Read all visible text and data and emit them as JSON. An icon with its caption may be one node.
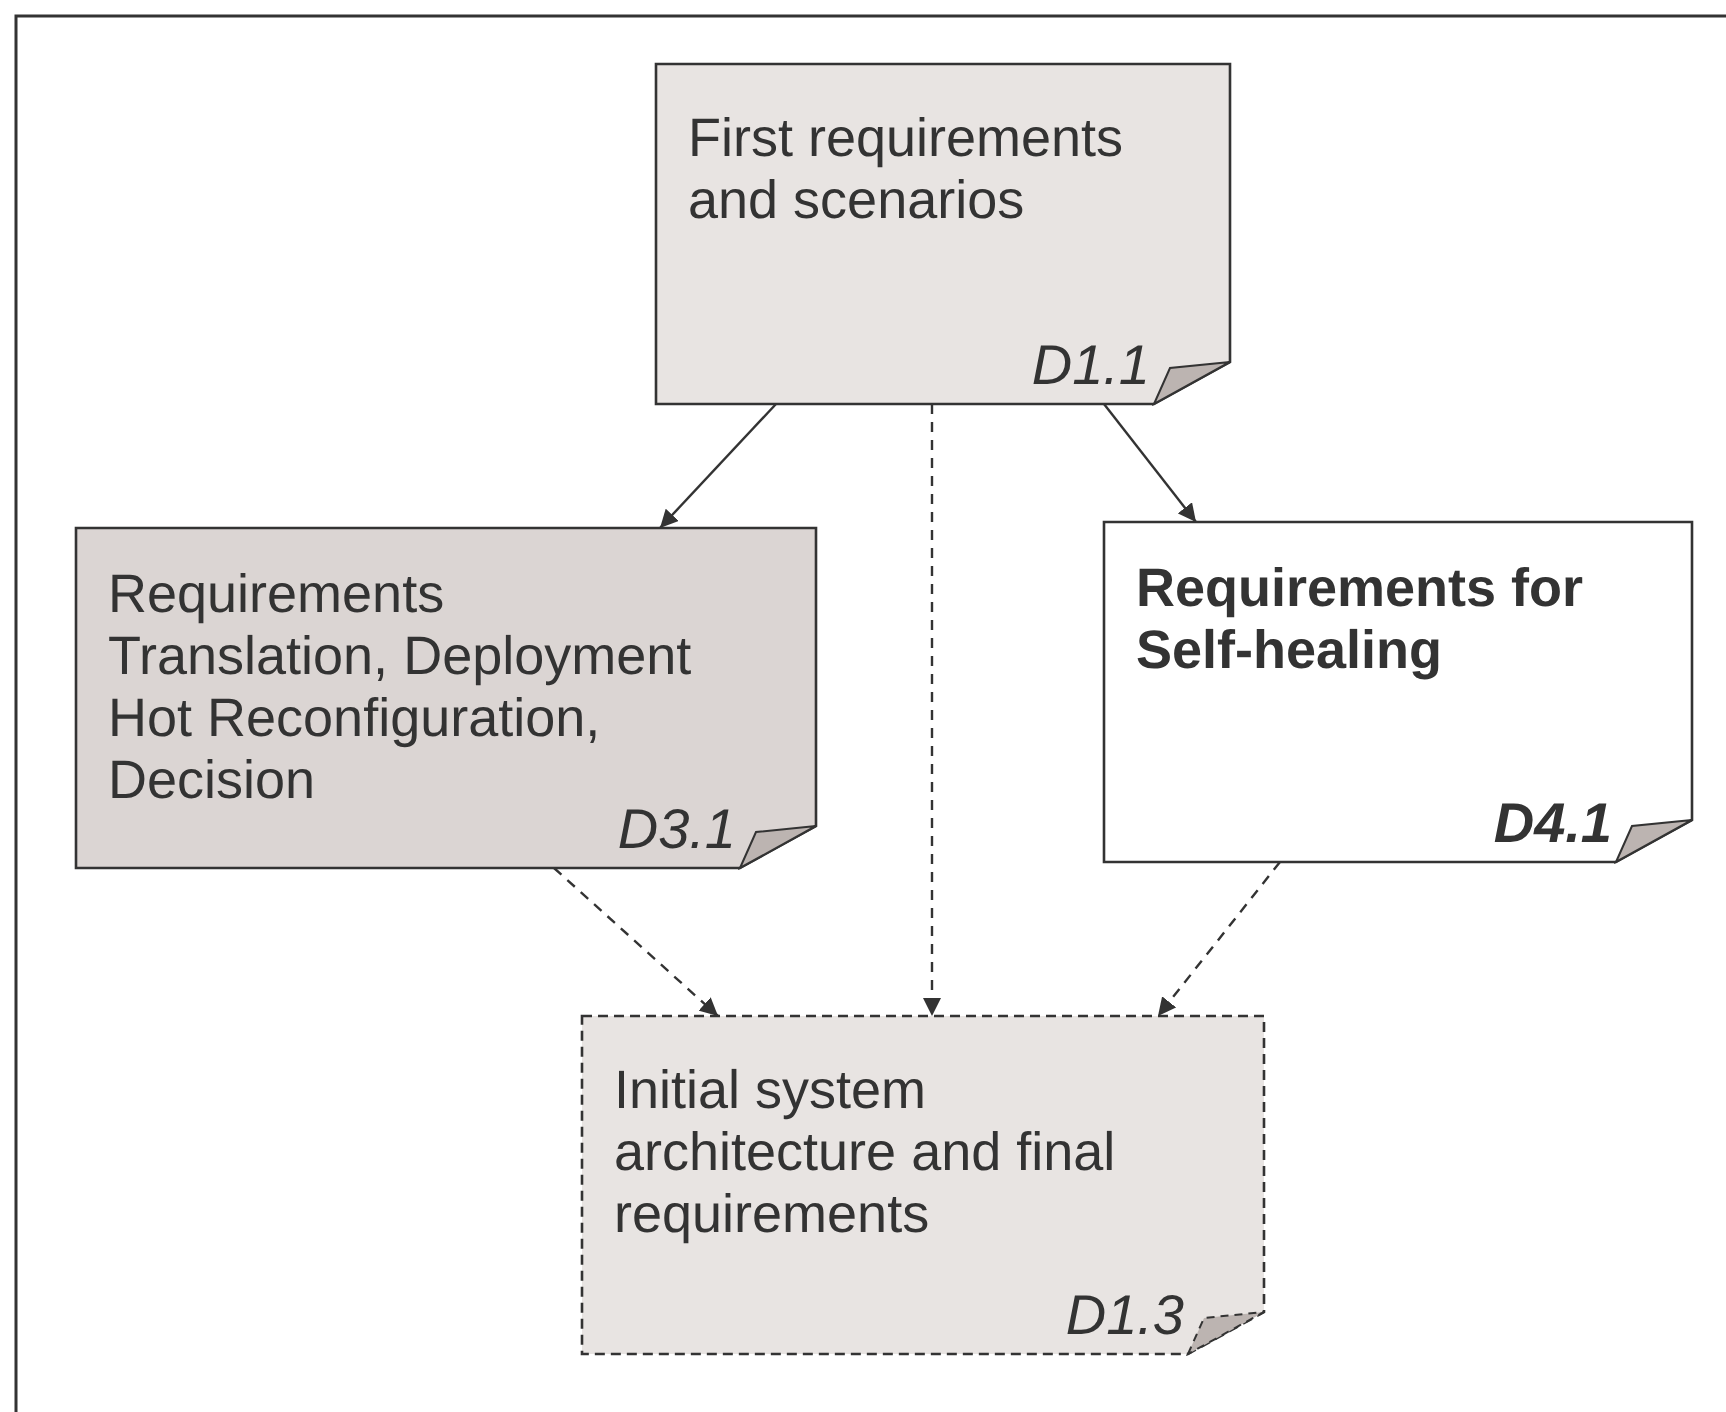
{
  "diagram": {
    "nodes": [
      {
        "text": [
          "First requirements and scenarios",
          "D1.1"
        ]
      },
      {
        "text": [
          "Requirements Translation, Deployment Hot Reconfiguration, Decision",
          "D3.1"
        ]
      },
      {
        "text": [
          "Requirements for Self-healing",
          "D4.1"
        ]
      },
      {
        "text": [
          "Initial system architecture and final requirements",
          "D1.3"
        ]
      }
    ],
    "edges": [
      {
        "from": 0,
        "to": 1,
        "arrow": "to"
      },
      {
        "from": 0,
        "to": 2,
        "arrow": "to"
      },
      {
        "from": 0,
        "to": 3,
        "arrow": "to",
        "style": "dashed"
      },
      {
        "from": 1,
        "to": 3,
        "arrow": "to",
        "style": "dashed"
      },
      {
        "from": 2,
        "to": 3,
        "arrow": "to",
        "style": "dashed"
      }
    ]
  }
}
